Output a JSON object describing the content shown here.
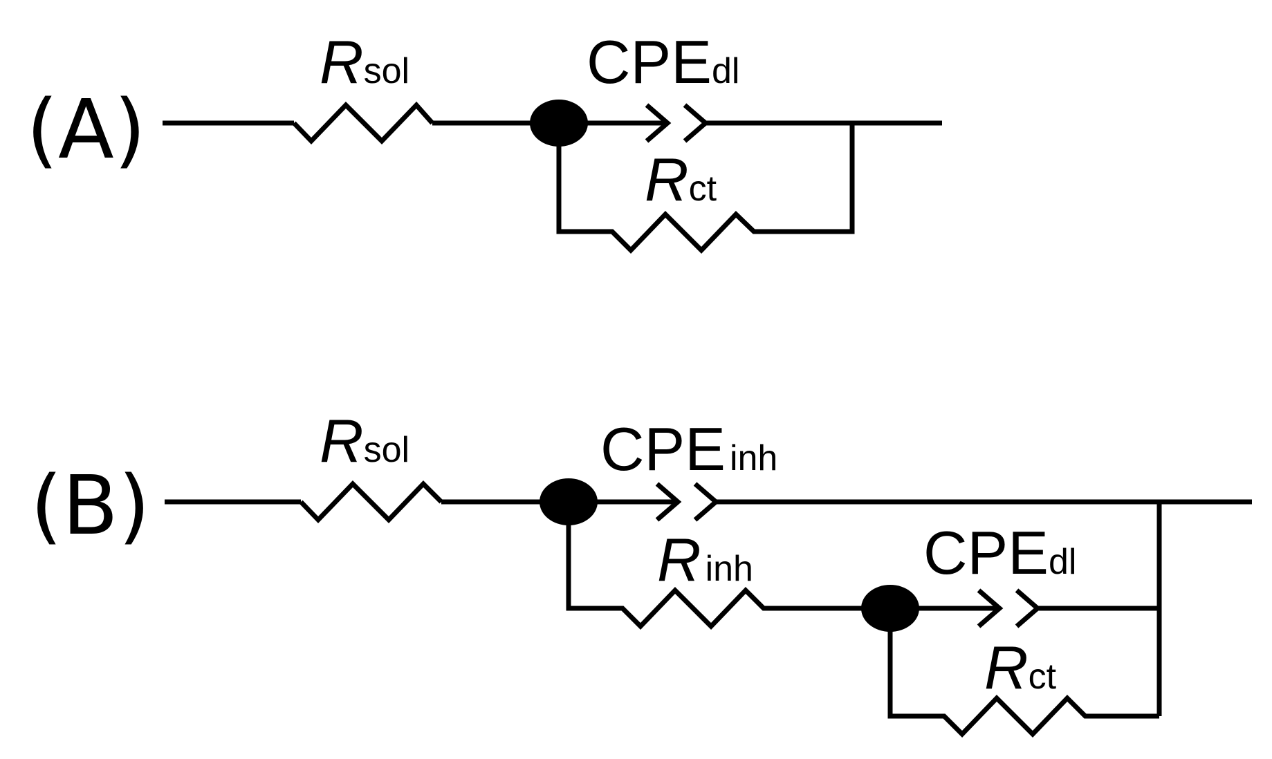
{
  "panels": [
    {
      "label": "(A)",
      "components": {
        "r_sol": {
          "main": "R",
          "sub": "sol"
        },
        "cpe_dl": {
          "main": "CPE",
          "sub": "dl"
        },
        "r_ct": {
          "main": "R",
          "sub": "ct"
        }
      }
    },
    {
      "label": "(B)",
      "components": {
        "r_sol": {
          "main": "R",
          "sub": "sol"
        },
        "cpe_inh": {
          "main": "CPE",
          "sub": "inh"
        },
        "r_inh": {
          "main": "R",
          "sub": "inh"
        },
        "cpe_dl": {
          "main": "CPE",
          "sub": "dl"
        },
        "r_ct": {
          "main": "R",
          "sub": "ct"
        }
      }
    }
  ]
}
